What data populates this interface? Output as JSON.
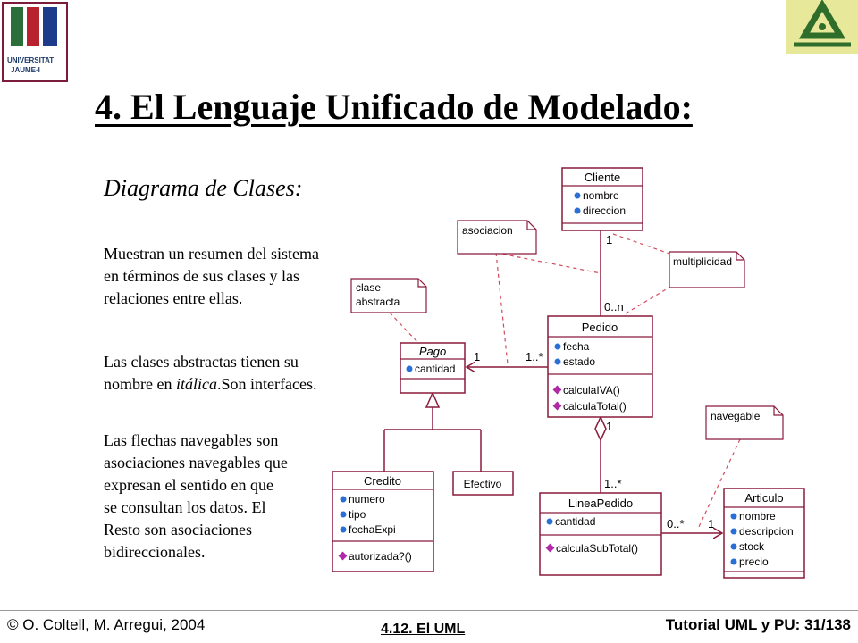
{
  "logo_left": {
    "lines": [
      "UNIVERSITAT",
      "JAUME·I"
    ]
  },
  "title": "4. El Lenguaje Unificado de Modelado:",
  "subtitle": "Diagrama de Clases:",
  "paragraph1": [
    "Muestran un resumen del sistema",
    "en términos de sus clases y las",
    "relaciones entre ellas."
  ],
  "paragraph2": {
    "line1": "Las clases abstractas tienen su",
    "line2_pre": "nombre en ",
    "line2_italic": "itálica",
    "line2_post": ".Son interfaces."
  },
  "paragraph3": [
    "Las flechas navegables son",
    "asociaciones navegables que",
    "expresan el sentido en que",
    "se consultan los datos. El",
    "Resto son asociaciones",
    "bidireccionales."
  ],
  "diagram": {
    "colors": {
      "line": "#8b1a3c",
      "attr_icon": "#2a6fd6",
      "op_icon": "#b02aa8"
    },
    "classes": {
      "cliente": {
        "name": "Cliente",
        "attributes": [
          "nombre",
          "direccion"
        ]
      },
      "pedido": {
        "name": "Pedido",
        "attributes": [
          "fecha",
          "estado"
        ],
        "operations": [
          "calculaIVA()",
          "calculaTotal()"
        ]
      },
      "pago": {
        "name": "Pago",
        "attributes": [
          "cantidad"
        ]
      },
      "credito": {
        "name": "Credito",
        "attributes": [
          "numero",
          "tipo",
          "fechaExpi"
        ],
        "operations": [
          "autorizada?()"
        ]
      },
      "efectivo": {
        "name": "Efectivo"
      },
      "lineapedido": {
        "name": "LineaPedido",
        "attributes": [
          "cantidad"
        ],
        "operations": [
          "calculaSubTotal()"
        ]
      },
      "articulo": {
        "name": "Articulo",
        "attributes": [
          "nombre",
          "descripcion",
          "stock",
          "precio"
        ]
      }
    },
    "notes": {
      "asociacion": [
        "asociacion"
      ],
      "multiplicidad": [
        "multiplicidad"
      ],
      "clase_abstracta": [
        "clase",
        "abstracta"
      ],
      "navegable": [
        "navegable"
      ]
    },
    "multiplicities": {
      "cliente_end": "1",
      "pedido_end_cliente": "0..n",
      "pago_end": "1",
      "pedido_end_pago": "1..*",
      "pedido_end_linea": "1",
      "linea_end_pedido": "1..*",
      "linea_end_articulo": "0..*",
      "articulo_end": "1"
    }
  },
  "footer": {
    "left": "© O. Coltell, M. Arregui, 2004",
    "center": "4.12. El UML",
    "right": "Tutorial UML y PU: 31/138"
  }
}
